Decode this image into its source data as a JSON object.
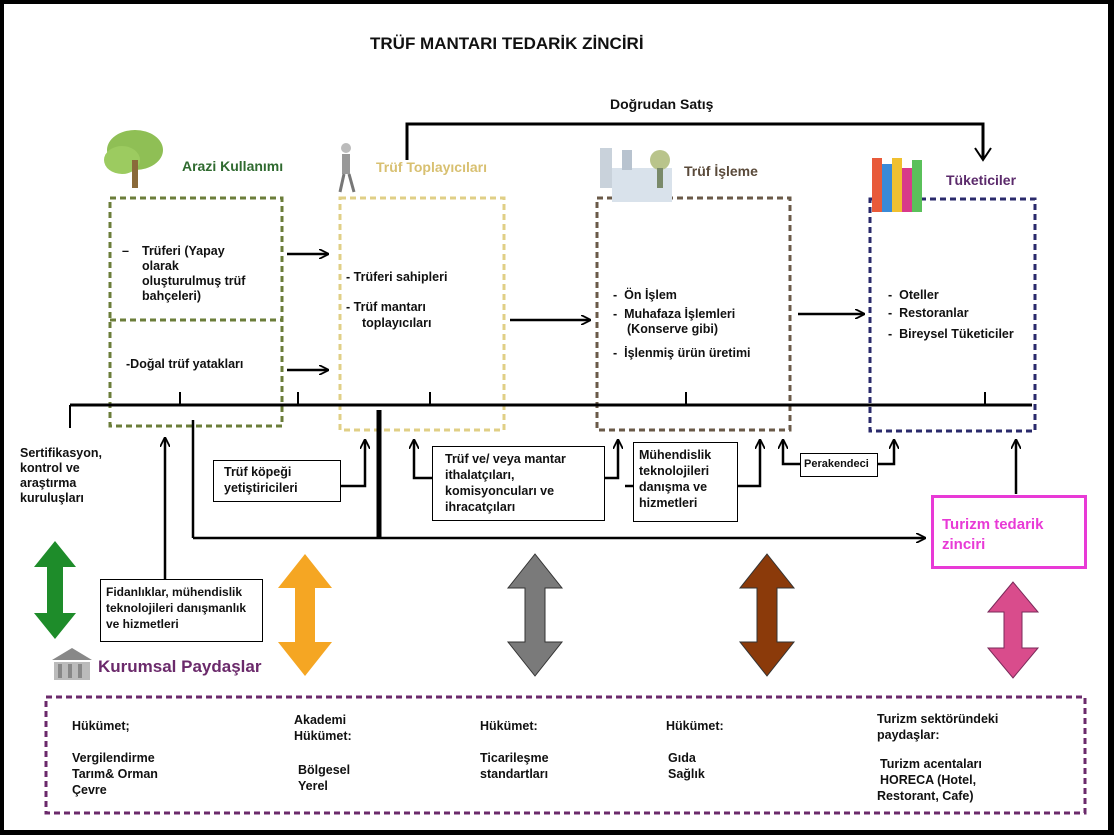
{
  "title": "TRÜF MANTARI TEDARİK ZİNCİRİ",
  "direct_sales": "Doğrudan Satış",
  "stages": {
    "land": {
      "title": "Arazi Kullanımı",
      "color": "#2f6a2f",
      "items": [
        "Trüferi (Yapay",
        "olarak",
        "oluşturulmuş trüf",
        "bahçeleri)"
      ],
      "natural": "Doğal trüf yatakları"
    },
    "gatherers": {
      "title": "Trüf Toplayıcıları",
      "color": "#d8c071",
      "items": [
        "Trüferi sahipleri",
        "Trüf mantarı",
        "toplayıcıları"
      ]
    },
    "processing": {
      "title": "Trüf İşleme",
      "color": "#5a4a3a",
      "items": [
        "Ön İşlem",
        "Muhafaza İşlemleri",
        "(Konserve gibi)",
        "İşlenmiş ürün üretimi"
      ]
    },
    "consumers": {
      "title": "Tüketiciler",
      "color": "#5b2a6b",
      "items": [
        "Oteller",
        "Restoranlar",
        "Bireysel Tüketiciler"
      ]
    }
  },
  "support": {
    "certification": [
      "Sertifikasyon,",
      "kontrol ve",
      "araştırma",
      "kuruluşları"
    ],
    "dog": [
      "Trüf köpeği",
      "yetiştiricileri"
    ],
    "traders": [
      "Trüf ve/ veya mantar",
      "ithalatçıları,",
      "komisyoncuları ve",
      "ihracatçıları"
    ],
    "engineering": [
      "Mühendislik",
      "teknolojileri",
      "danışma ve",
      "hizmetleri"
    ],
    "retail": "Perakendeci",
    "tourism": [
      "Turizm tedarik",
      "zinciri"
    ],
    "nursery": [
      "Fidanlıklar, mühendislik",
      "teknolojileri danışmanlık",
      "ve hizmetleri"
    ]
  },
  "stakeholders_title": "Kurumsal Paydaşlar",
  "stakeholders": [
    {
      "head": [
        "Hükümet;"
      ],
      "body": [
        "Vergilendirme",
        "Tarım& Orman",
        "Çevre"
      ]
    },
    {
      "head": [
        "Akademi",
        "Hükümet:"
      ],
      "body": [
        "Bölgesel",
        "Yerel"
      ]
    },
    {
      "head": [
        "Hükümet:"
      ],
      "body": [
        "Ticarileşme",
        "standartları"
      ]
    },
    {
      "head": [
        "Hükümet:"
      ],
      "body": [
        "Gıda",
        "Sağlık"
      ]
    },
    {
      "head": [
        "Turizm sektöründeki",
        "paydaşlar:"
      ],
      "body": [
        "Turizm acentaları",
        "HORECA (Hotel,",
        "Restorant, Cafe)"
      ]
    }
  ],
  "colors": {
    "green_arrow": "#1e8c2a",
    "orange_arrow": "#f5a623",
    "gray_arrow": "#7a7a7a",
    "brown_arrow": "#8b3a0a",
    "pink_arrow": "#d94c8c",
    "tourism": "#e83ad6",
    "stakeholders_border": "#6b2a6b"
  }
}
